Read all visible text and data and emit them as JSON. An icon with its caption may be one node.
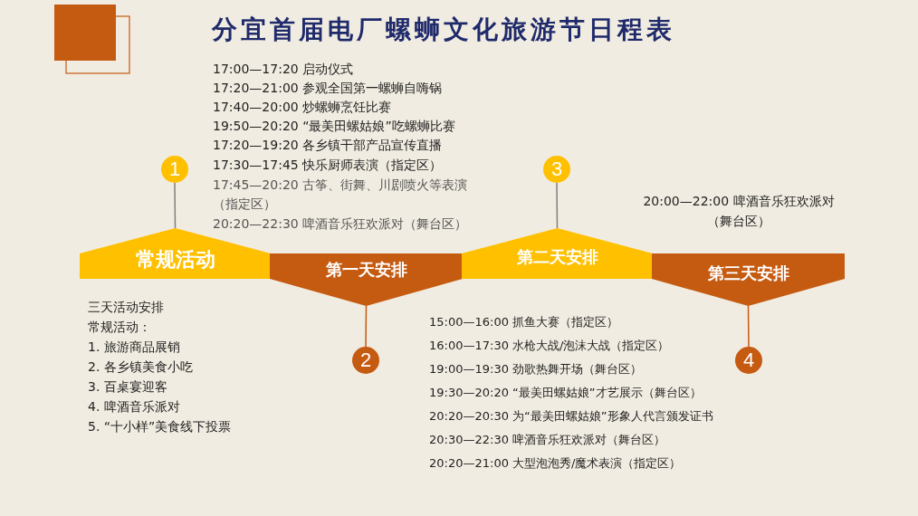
{
  "diagram": {
    "title": "分宜首届电厂螺蛳文化旅游节日程表",
    "nodes": [
      {
        "text": [
          "常规活动"
        ]
      },
      {
        "text": [
          "第一天安排"
        ]
      },
      {
        "text": [
          "第二天安排"
        ]
      },
      {
        "text": [
          "第三天安排"
        ]
      },
      {
        "text": [
          "1"
        ]
      },
      {
        "text": [
          "2"
        ]
      },
      {
        "text": [
          "3"
        ]
      },
      {
        "text": [
          "4"
        ]
      }
    ],
    "edges": [
      {
        "from": 4,
        "to": 0,
        "arrow": "none"
      },
      {
        "from": 1,
        "to": 5,
        "arrow": "none",
        "color": "#c55a11"
      },
      {
        "from": 6,
        "to": 2,
        "arrow": "none"
      },
      {
        "from": 3,
        "to": 7,
        "arrow": "none",
        "color": "#c55a11"
      }
    ],
    "labels": [
      "17:00—17:20 启动仪式",
      "17:20—21:00 参观全国第一螺蛳自嗨锅",
      "17:40—20:00 炒螺蛳烹饪比赛",
      "19:50—20:20 “最美田螺姑娘”吃螺蛳比赛",
      "17:20—19:20 各乡镇干部产品宣传直播",
      "17:30—17:45 快乐厨师表演（指定区）",
      "17:45—20:20 古筝、街舞、川剧喷火等表演（指定区）",
      "20:20—22:30 啤酒音乐狂欢派对（舞台区）",
      "20:00—22:00 啤酒音乐狂欢派对（舞台区）",
      "三天活动安排",
      "常规活动：",
      "1. 旅游商品展销",
      "2. 各乡镇美食小吃",
      "3. 百桌宴迎客",
      "4. 啤酒音乐派对",
      "5. “十小样”美食线下投票",
      "15:00—16:00 抓鱼大赛（指定区）",
      "16:00—17:30 水枪大战/泡沫大战（指定区）",
      "19:00—19:30 劲歌热舞开场（舞台区）",
      "19:30—20:20 “最美田螺姑娘”才艺展示（舞台区）",
      "20:20—20:30 为“最美田螺姑娘”形象人代言颁发证书",
      "20:30—22:30 啤酒音乐狂欢派对（舞台区）",
      "20:20—21:00 大型泡泡秀/魔术表演（指定区）"
    ]
  }
}
